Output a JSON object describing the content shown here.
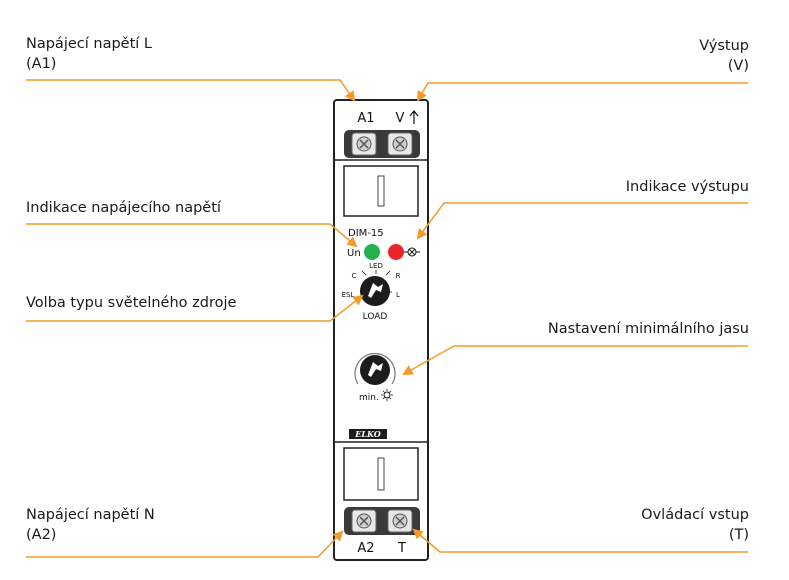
{
  "labels": {
    "supply_l": {
      "line1": "Napájecí napětí L",
      "line2": "(A1)"
    },
    "output": {
      "line1": "Výstup",
      "line2": "(V)"
    },
    "output_indication": "Indikace výstupu",
    "supply_indication": "Indikace napájecího napětí",
    "light_source": "Volba typu světelného zdroje",
    "min_brightness": "Nastavení minimálního jasu",
    "supply_n": {
      "line1": "Napájecí napětí N",
      "line2": "(A2)"
    },
    "control_input": {
      "line1": "Ovládací vstup",
      "line2": "(T)"
    }
  },
  "device": {
    "model": "DIM-15",
    "terminal_top_left": "A1",
    "terminal_top_right": "V",
    "terminal_bottom_left": "A2",
    "terminal_bottom_right": "T",
    "led_supply_label": "Un",
    "selector_positions": [
      "LED",
      "C",
      "R",
      "ESL",
      "L"
    ],
    "selector_label": "LOAD",
    "min_knob_label": "min.",
    "brand": "ELKO"
  },
  "colors": {
    "leader_line": "#f39a2b",
    "led_green": "#22b24c",
    "led_red": "#e8262a",
    "knob": "#1c1c1c",
    "terminal": "#3a3a3a"
  }
}
